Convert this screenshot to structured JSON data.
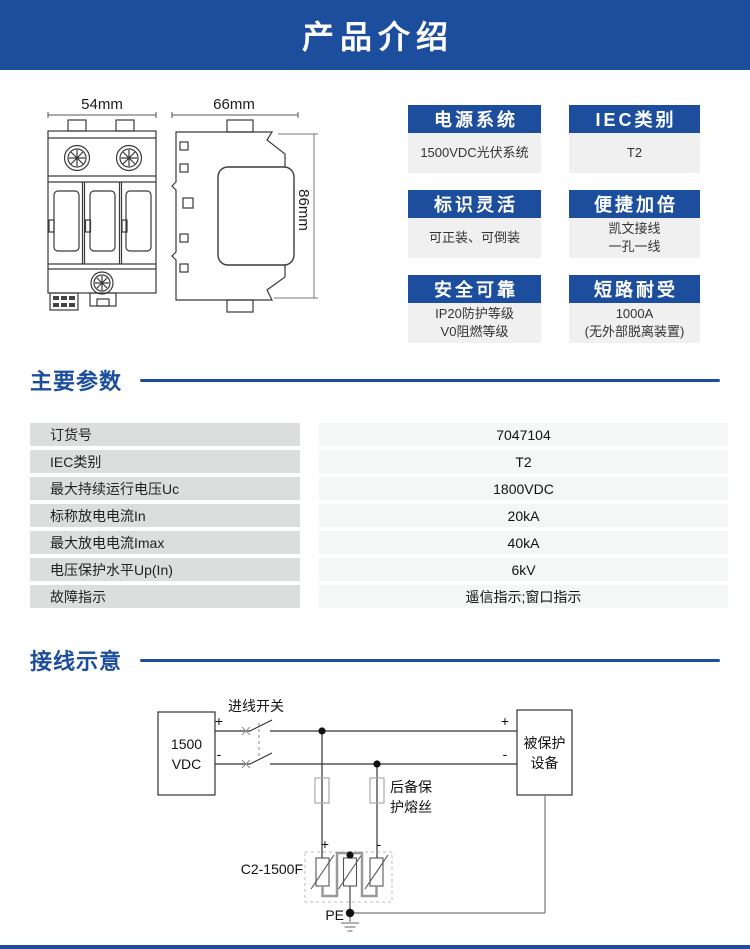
{
  "banner": {
    "title": "产品介绍"
  },
  "drawings": {
    "front_width": "54mm",
    "side_depth": "66mm",
    "side_height": "86mm"
  },
  "features": [
    {
      "title": "电源系统",
      "body": "1500VDC光伏系统"
    },
    {
      "title": "IEC类别",
      "body": "T2"
    },
    {
      "title": "标识灵活",
      "body": "可正装、可倒装"
    },
    {
      "title": "便捷加倍",
      "body": "凯文接线\n一孔一线"
    },
    {
      "title": "安全可靠",
      "body": "IP20防护等级\nV0阻燃等级"
    },
    {
      "title": "短路耐受",
      "body": "1000A\n(无外部脱离装置)"
    }
  ],
  "params": {
    "section_title": "主要参数",
    "rows": [
      {
        "label": "订货号",
        "value": "7047104"
      },
      {
        "label": "IEC类别",
        "value": "T2"
      },
      {
        "label": "最大持续运行电压Uc",
        "value": "1800VDC"
      },
      {
        "label": "标称放电电流In",
        "value": "20kA"
      },
      {
        "label": "最大放电电流Imax",
        "value": "40kA"
      },
      {
        "label": "电压保护水平Up(In)",
        "value": "6kV"
      },
      {
        "label": "故障指示",
        "value": "遥信指示;窗口指示"
      }
    ]
  },
  "wiring": {
    "section_title": "接线示意",
    "source_label": "1500\nVDC",
    "switch_label": "进线开关",
    "fuse_label": "后备保\n护熔丝",
    "spd_model": "C2-1500F",
    "pe_label": "PE",
    "load_label": "被保护\n设备",
    "plus": "+",
    "minus": "-"
  },
  "colors": {
    "primary_blue": "#1d4e9e",
    "feature_body_bg": "#f0f0f0",
    "table_label_bg": "#dcdddd",
    "table_value_bg": "#f5f6f6"
  }
}
